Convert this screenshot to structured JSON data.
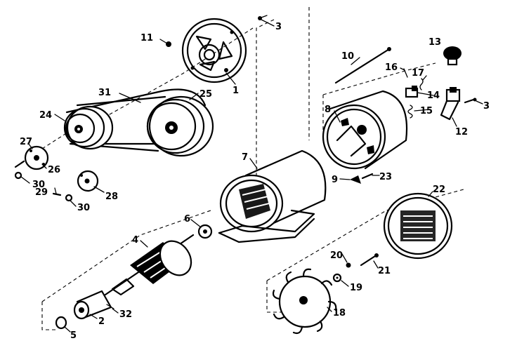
{
  "diagram": {
    "callouts": [
      {
        "id": "c1",
        "text": "1"
      },
      {
        "id": "c2",
        "text": "2"
      },
      {
        "id": "c3a",
        "text": "3"
      },
      {
        "id": "c3b",
        "text": "3"
      },
      {
        "id": "c4",
        "text": "4"
      },
      {
        "id": "c5",
        "text": "5"
      },
      {
        "id": "c6",
        "text": "6"
      },
      {
        "id": "c7",
        "text": "7"
      },
      {
        "id": "c8",
        "text": "8"
      },
      {
        "id": "c9",
        "text": "9"
      },
      {
        "id": "c10",
        "text": "10"
      },
      {
        "id": "c11",
        "text": "11"
      },
      {
        "id": "c12",
        "text": "12"
      },
      {
        "id": "c13",
        "text": "13"
      },
      {
        "id": "c14",
        "text": "14"
      },
      {
        "id": "c15",
        "text": "15"
      },
      {
        "id": "c16",
        "text": "16"
      },
      {
        "id": "c17",
        "text": "17"
      },
      {
        "id": "c18",
        "text": "18"
      },
      {
        "id": "c19",
        "text": "19"
      },
      {
        "id": "c20",
        "text": "20"
      },
      {
        "id": "c21",
        "text": "21"
      },
      {
        "id": "c22",
        "text": "22"
      },
      {
        "id": "c23",
        "text": "23"
      },
      {
        "id": "c24",
        "text": "24"
      },
      {
        "id": "c25",
        "text": "25"
      },
      {
        "id": "c26",
        "text": "26"
      },
      {
        "id": "c27",
        "text": "27"
      },
      {
        "id": "c28",
        "text": "28"
      },
      {
        "id": "c29",
        "text": "29"
      },
      {
        "id": "c30a",
        "text": "30"
      },
      {
        "id": "c30b",
        "text": "30"
      },
      {
        "id": "c31",
        "text": "31"
      },
      {
        "id": "c32",
        "text": "32"
      }
    ]
  }
}
